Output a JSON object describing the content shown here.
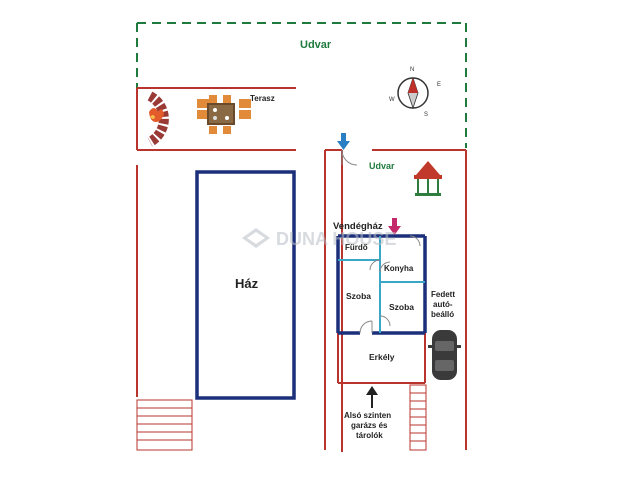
{
  "labels": {
    "udvar_top": "Udvar",
    "terasz": "Terasz",
    "udvar_right": "Udvar",
    "vendeghaz": "Vendégház",
    "furdo": "Fürdő",
    "konyha": "Konyha",
    "haz": "Ház",
    "szoba_left": "Szoba",
    "szoba_right": "Szoba",
    "fedett_1": "Fedett",
    "fedett_2": "autó-",
    "fedett_3": "beálló",
    "erkely": "Erkély",
    "garage_1": "Alsó szinten",
    "garage_2": "garázs és",
    "garage_3": "tárolók"
  },
  "compass": {
    "n": "N",
    "e": "E",
    "s": "S",
    "w": "W"
  },
  "watermark": "DUNA HOUSE",
  "colors": {
    "wall_red": "#b8342c",
    "green_dash": "#1f7a3e",
    "blue_wall": "#1c2f7a",
    "entry_blue": "#2a7fc4",
    "entry_pink": "#c42a6a",
    "inner_blue": "#3aa6c8"
  }
}
